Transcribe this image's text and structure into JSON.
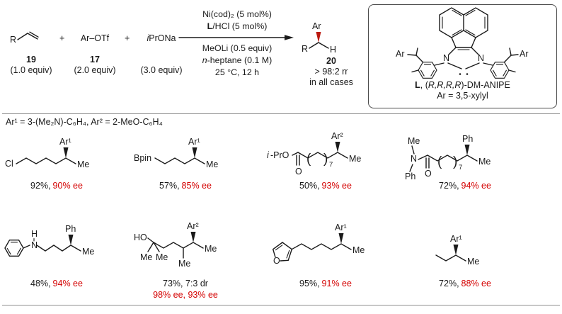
{
  "colors": {
    "ee_red": "#d40000",
    "wedge_red": "#bb1a10",
    "ink": "#1a1a1a"
  },
  "scheme": {
    "alkene": {
      "r_label": "R",
      "number": "19",
      "equiv": "(1.0 equiv)"
    },
    "plus1": "+",
    "aryl_triflate": {
      "formula": "Ar–OTf",
      "number": "17",
      "equiv": "(2.0 equiv)"
    },
    "plus2": "+",
    "alkoxide": {
      "italic": "i",
      "rest": "PrONa",
      "equiv": "(3.0 equiv)"
    },
    "conditions": {
      "above1": "Ni(cod)₂ (5 mol%)",
      "above2_bold": "L",
      "above2_rest": "/HCl (5 mol%)",
      "below1": "MeOLi (0.5 equiv)",
      "below2_italic": "n",
      "below2_rest": "-heptane (0.1 M)",
      "below3": "25 °C, 12 h"
    },
    "product": {
      "ar": "Ar",
      "r": "R",
      "h": "H",
      "number": "20",
      "rr": "> 98:2 rr",
      "rr_note": "in all cases"
    }
  },
  "ligand_box": {
    "n_left": "N",
    "n_right": "N",
    "ar_left": "Ar",
    "ar_right": "Ar",
    "name_bold": "L",
    "name_mid": ", (",
    "name_italic": "R,R,R,R",
    "name_end": ")-DM-ANIPE",
    "ar_definition": "Ar = 3,5-xylyl"
  },
  "aryl_definitions": "Ar¹ = 3-(Me₂N)-C₆H₄, Ar² = 2-MeO-C₆H₄",
  "products": [
    {
      "labels": {
        "a": "Cl",
        "aryl": "Ar¹",
        "me": "Me"
      },
      "yield": "92%,",
      "ee": "90% ee"
    },
    {
      "labels": {
        "a": "Bpin",
        "aryl": "Ar¹",
        "me": "Me"
      },
      "yield": "57%,",
      "ee": "85% ee"
    },
    {
      "labels": {
        "a_it": "i",
        "a_rest": "-PrO",
        "o": "O",
        "open": "(",
        "close": ")",
        "sub": "7",
        "aryl": "Ar²",
        "me": "Me"
      },
      "yield": "50%,",
      "ee": "93% ee"
    },
    {
      "labels": {
        "nme": "Me",
        "n": "N",
        "nph": "Ph",
        "o": "O",
        "open": "(",
        "close": ")",
        "sub": "7",
        "aryl": "Ph",
        "me": "Me"
      },
      "yield": "72%,",
      "ee": "94% ee"
    },
    {
      "labels": {
        "n": "N",
        "h": "H",
        "aryl": "Ph",
        "me": "Me"
      },
      "yield": "48%,",
      "ee": "94% ee"
    },
    {
      "labels": {
        "ho": "HO",
        "gem1": "Me",
        "gem2": "Me",
        "branch": "Me",
        "aryl": "Ar²",
        "me": "Me"
      },
      "yield": "73%, 7:3 dr",
      "ee": "98% ee, 93% ee"
    },
    {
      "labels": {
        "o": "O",
        "aryl": "Ar¹",
        "me": "Me"
      },
      "yield": "95%,",
      "ee": "91% ee"
    },
    {
      "labels": {
        "aryl": "Ar¹",
        "me": "Me"
      },
      "yield": "72%,",
      "ee": "88% ee"
    }
  ]
}
